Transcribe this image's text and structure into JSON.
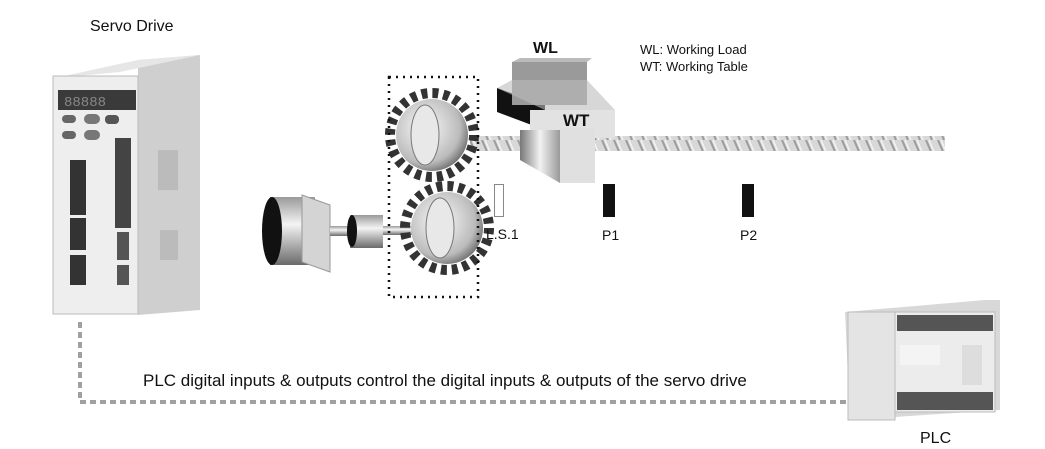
{
  "labels": {
    "servo_drive": "Servo Drive",
    "wl": "WL",
    "wt": "WT",
    "legend_wl": "WL: Working Load",
    "legend_wt": "WT: Working Table",
    "ls1": "L.S.1",
    "p1": "P1",
    "p2": "P2",
    "caption": "PLC digital inputs & outputs control the digital inputs & outputs of the servo drive",
    "plc": "PLC"
  },
  "colors": {
    "connection_line": "#a0a0a0",
    "sensor_on": "#111111",
    "sensor_off": "#ffffff"
  },
  "sensors": [
    {
      "id": "ls1",
      "state": "off"
    },
    {
      "id": "p1",
      "state": "on"
    },
    {
      "id": "p2",
      "state": "on"
    }
  ]
}
